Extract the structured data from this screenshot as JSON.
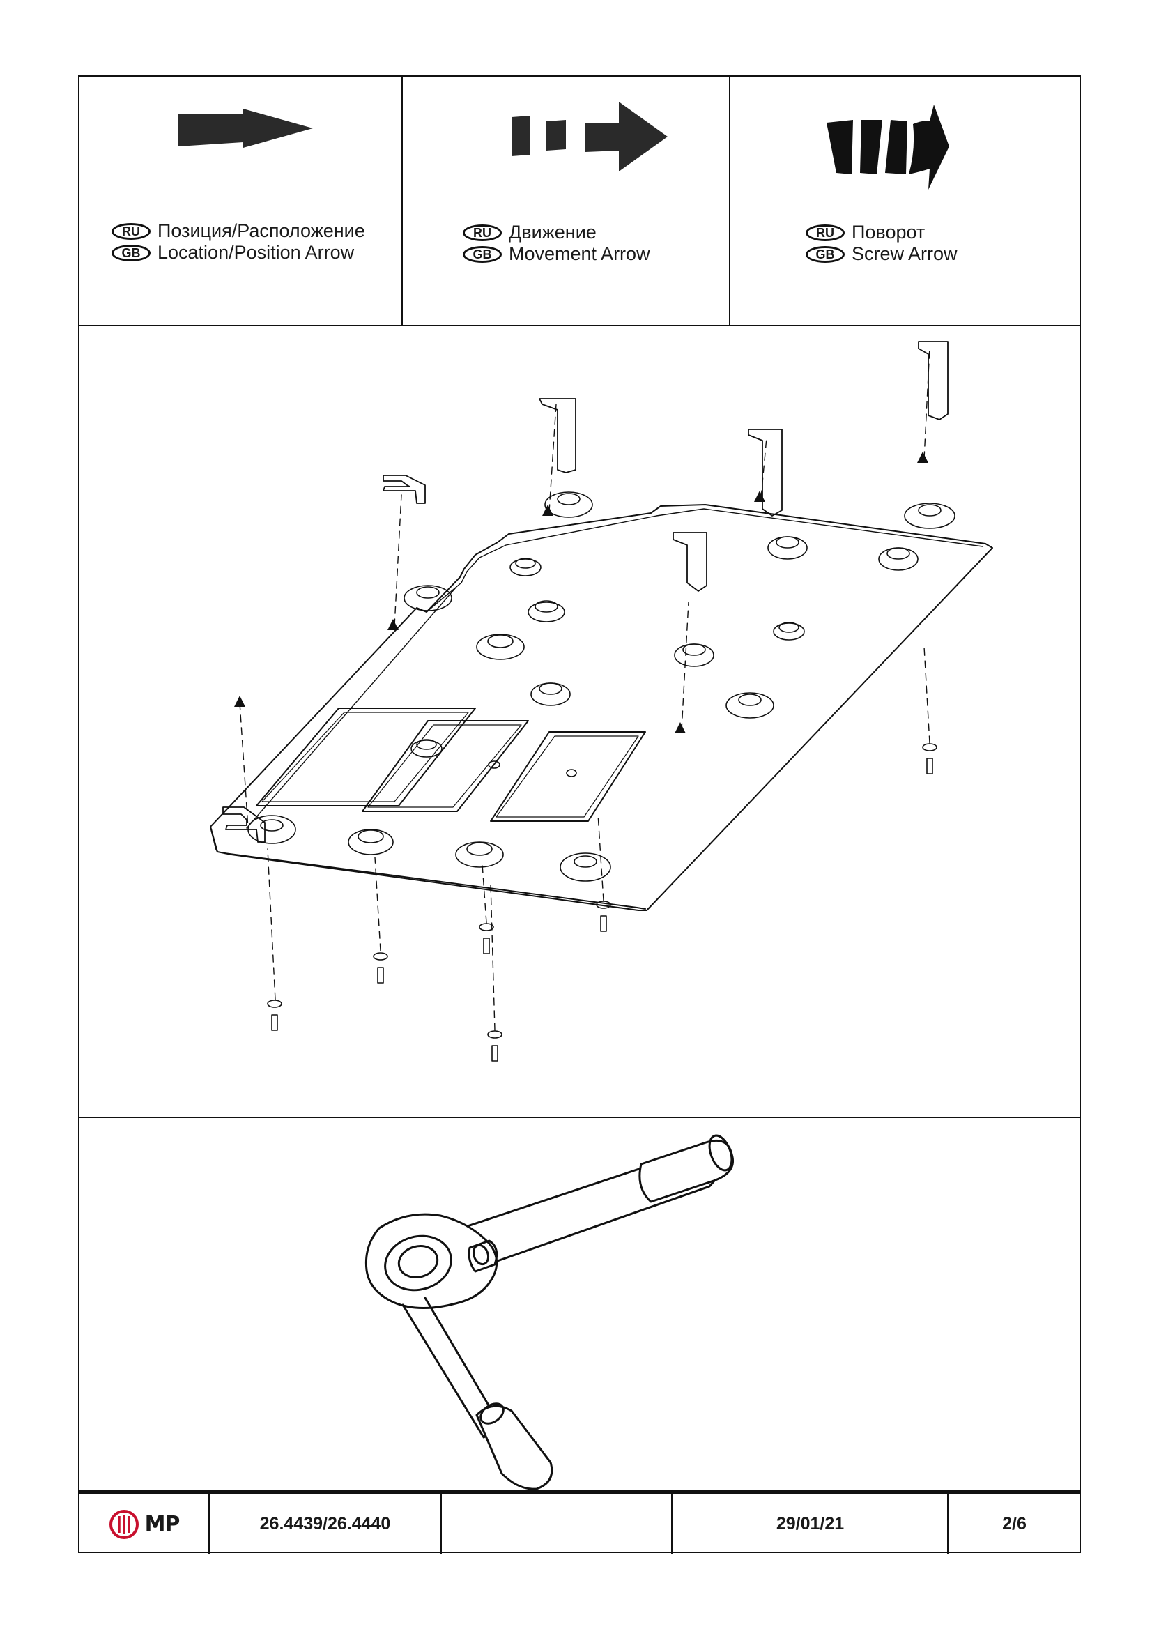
{
  "legend": [
    {
      "ru_badge": "RU",
      "ru_label": "Позиция/Расположение",
      "gb_badge": "GB",
      "gb_label": "Location/Position Arrow"
    },
    {
      "ru_badge": "RU",
      "ru_label": "Движение",
      "gb_badge": "GB",
      "gb_label": "Movement Arrow"
    },
    {
      "ru_badge": "RU",
      "ru_label": "Поворот",
      "gb_badge": "GB",
      "gb_label": "Screw Arrow"
    }
  ],
  "footer": {
    "logo_text": "MP",
    "part_number": "26.4439/26.4440",
    "blank": "",
    "date": "29/01/21",
    "page": "2/6"
  },
  "colors": {
    "line": "#111111",
    "arrow_fill": "#2a2a2a",
    "logo_red": "#c8102e"
  }
}
